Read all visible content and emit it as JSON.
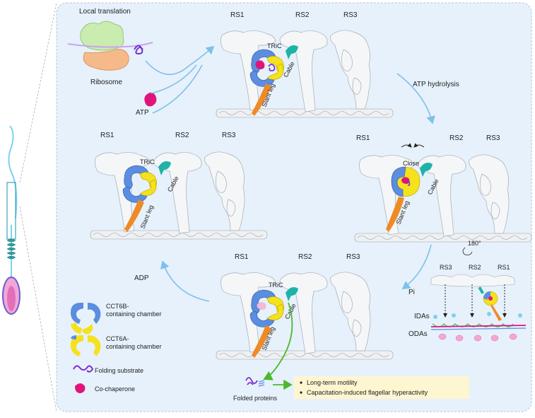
{
  "labels": {
    "local_translation": "Local translation",
    "ribosome": "Ribosome",
    "atp": "ATP",
    "atp_hydrolysis": "ATP hydrolysis",
    "adp": "ADP",
    "pi": "Pi",
    "tric": "TRiC",
    "cable": "Cable",
    "slant_leg": "Slant leg",
    "close": "Close",
    "rs1": "RS1",
    "rs2": "RS2",
    "rs3": "RS3",
    "rotation": "180°",
    "idas": "IDAs",
    "odas": "ODAs",
    "folded_proteins": "Folded proteins"
  },
  "legend": {
    "cct6b_line1": "CCT6B-",
    "cct6b_line2": "containing chamber",
    "cct6a_line1": "CCT6A-",
    "cct6a_line2": "containing chamber",
    "folding_substrate": "Folding substrate",
    "co_chaperone": "Co-chaperone"
  },
  "outcomes": [
    "Long-term motility",
    "Capacitation-induced flagellar hyperactivity"
  ],
  "colors": {
    "cct6b": "#5b8de0",
    "cct6a": "#f5e11c",
    "cable": "#1fb3a8",
    "slant_leg": "#f08a24",
    "co_chaperone": "#e0157a",
    "substrate": "#7a2fd0",
    "flow_arrow": "#7fc0ea",
    "green_arrow": "#4cb82a",
    "background_panel": "#e6f1fb",
    "outcome_box": "#fdf6d0"
  }
}
